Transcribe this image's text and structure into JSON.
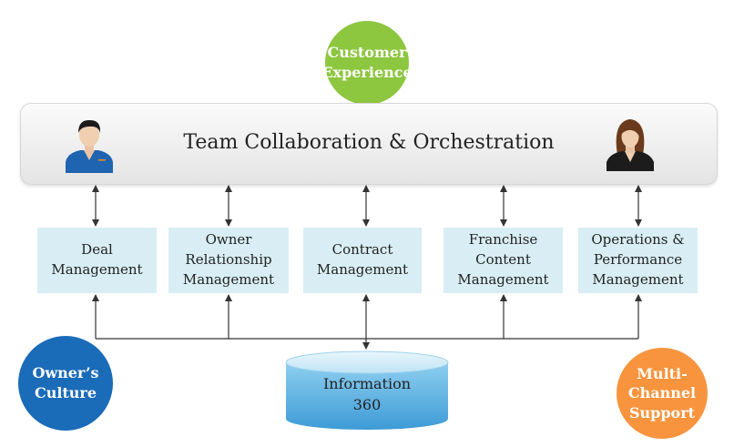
{
  "hub": {
    "title": "Team Collaboration & Orchestration",
    "left_person_icon": "male-user-icon",
    "right_person_icon": "female-user-icon"
  },
  "circles": {
    "customer_experience": {
      "lines": [
        "Customer",
        "Experience"
      ],
      "color": "#8dc63f"
    },
    "owners_culture": {
      "lines": [
        "Owner’s",
        "Culture"
      ],
      "color": "#1a6bb8"
    },
    "multi_channel": {
      "lines": [
        "Multi-",
        "Channel",
        "Support"
      ],
      "color": "#f7943d"
    }
  },
  "modules": [
    {
      "id": "deal",
      "lines": [
        "Deal",
        "Management"
      ]
    },
    {
      "id": "owner-relationship",
      "lines": [
        "Owner",
        "Relationship",
        "Management"
      ]
    },
    {
      "id": "contract",
      "lines": [
        "Contract",
        "Management"
      ]
    },
    {
      "id": "franchise-content",
      "lines": [
        "Franchise",
        "Content",
        "Management"
      ]
    },
    {
      "id": "operations-performance",
      "lines": [
        "Operations &",
        "Performance",
        "Management"
      ]
    }
  ],
  "database": {
    "lines": [
      "Information",
      "360"
    ]
  },
  "colors": {
    "module_fill": "#d8eef4",
    "connector": "#333333",
    "database_top": "#d3edf9",
    "database_body": "#4aa8dc"
  }
}
